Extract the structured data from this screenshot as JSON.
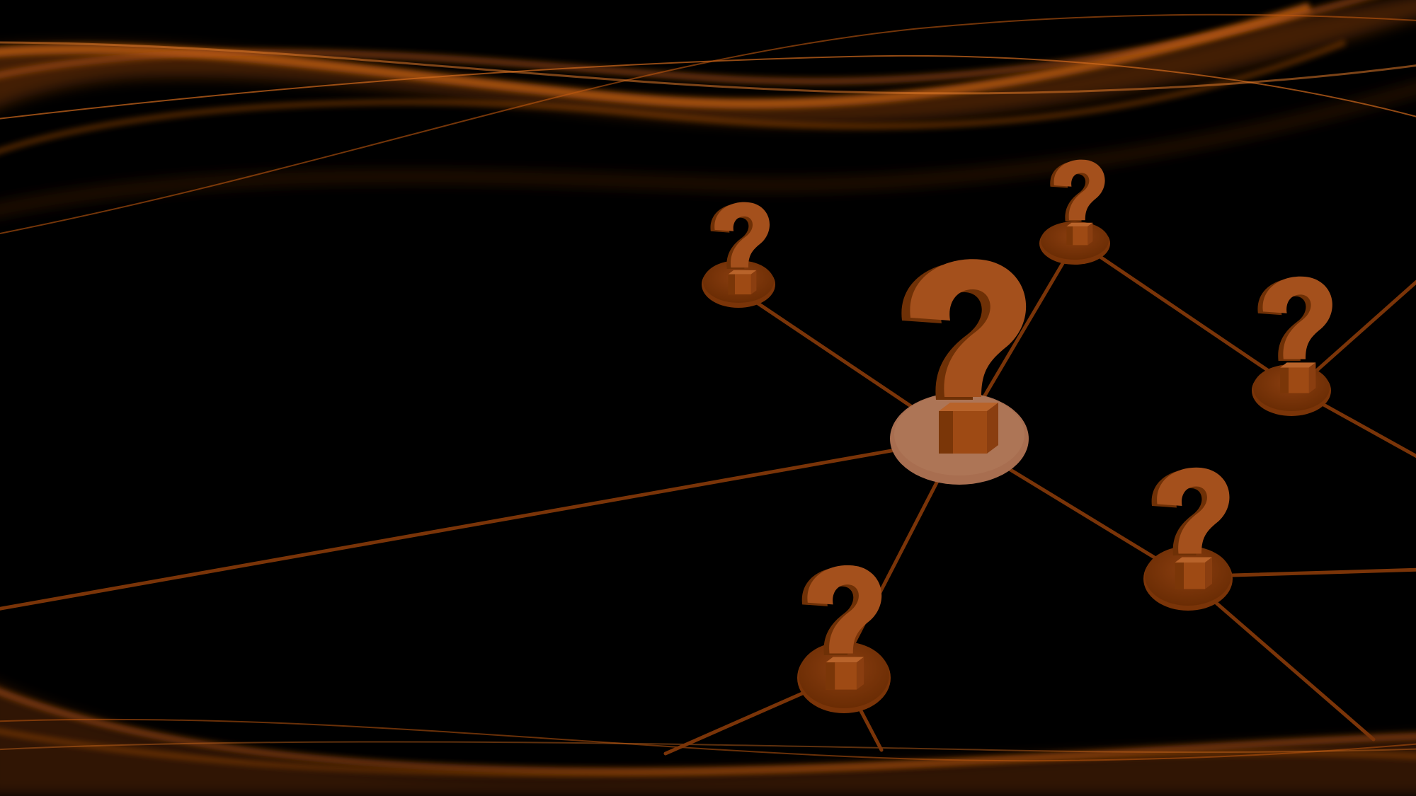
{
  "background_color": "#000000",
  "accent_color": "#a0501a",
  "accent_dark": "#6e3006",
  "highlight_color": "#a86e50",
  "wave_color": "#c0580f",
  "icons": {
    "node_icon": "question-mark-icon"
  },
  "nodes": [
    {
      "id": "central",
      "highlighted": true
    },
    {
      "id": "top-left"
    },
    {
      "id": "top-right"
    },
    {
      "id": "right"
    },
    {
      "id": "lower-right"
    },
    {
      "id": "bottom"
    }
  ]
}
